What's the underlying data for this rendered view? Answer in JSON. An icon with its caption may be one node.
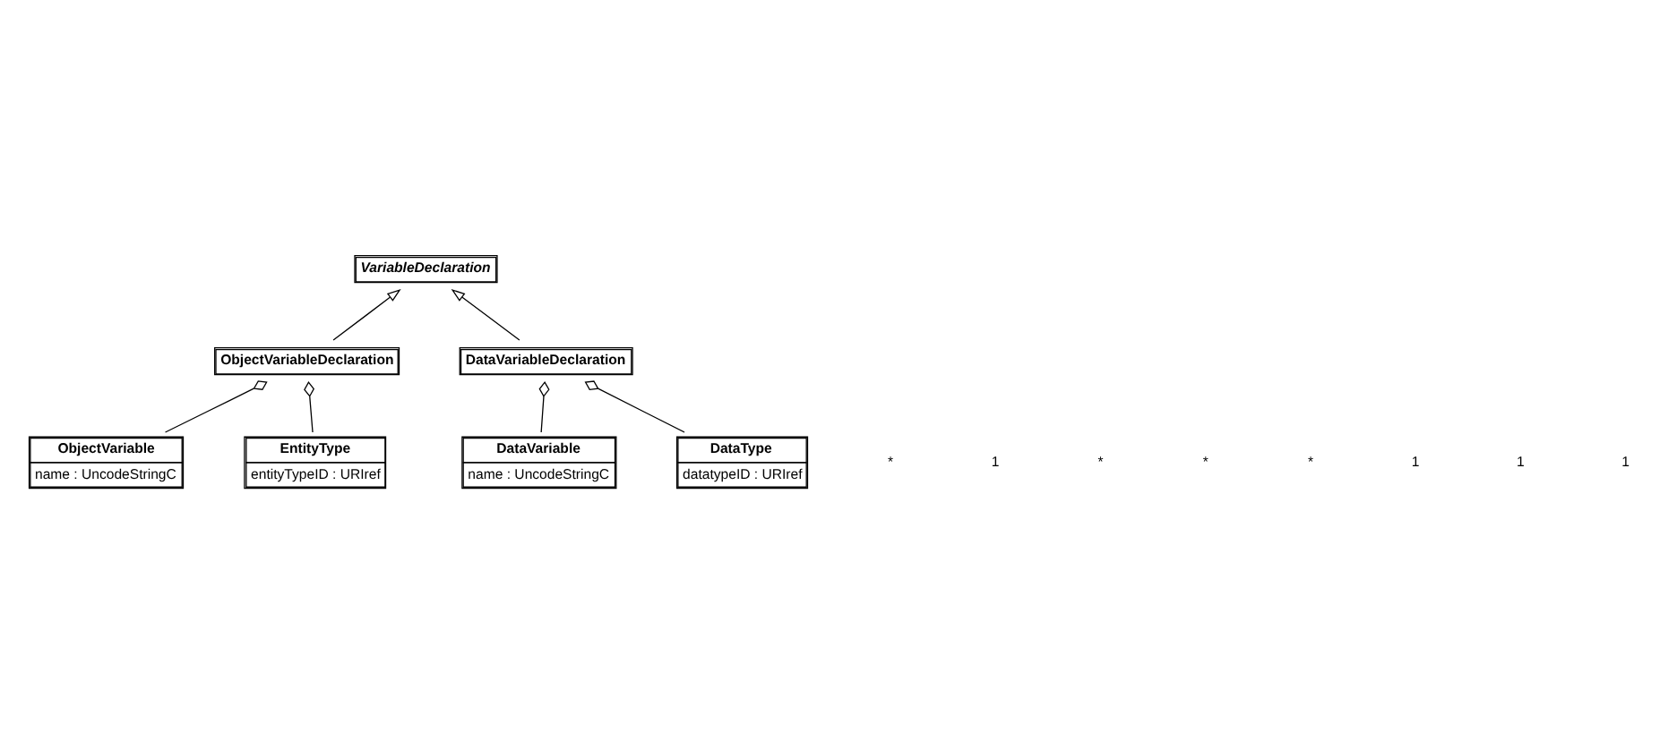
{
  "diagram": {
    "nodes": [
      {
        "text": [
          "VariableDeclaration"
        ]
      },
      {
        "text": [
          "ObjectVariableDeclaration"
        ]
      },
      {
        "text": [
          "DataVariableDeclaration"
        ]
      },
      {
        "text": [
          "ObjectVariable",
          "name : UncodeStringC"
        ]
      },
      {
        "text": [
          "EntityType",
          "entityTypeID : URIref"
        ]
      },
      {
        "text": [
          "DataVariable",
          "name : UncodeStringC"
        ]
      },
      {
        "text": [
          "DataType",
          "datatypeID : URIref"
        ]
      }
    ],
    "edges": [
      {
        "from": 1,
        "to": 0,
        "arrow": "to"
      },
      {
        "from": 2,
        "to": 0,
        "arrow": "to"
      },
      {
        "from": 3,
        "to": 1,
        "arrow": "other"
      },
      {
        "from": 4,
        "to": 1,
        "arrow": "other"
      },
      {
        "from": 5,
        "to": 2,
        "arrow": "other"
      },
      {
        "from": 6,
        "to": 2,
        "arrow": "other"
      }
    ],
    "labels": [
      "*",
      "1",
      "*",
      "*",
      "*",
      "1",
      "1",
      "1"
    ]
  }
}
